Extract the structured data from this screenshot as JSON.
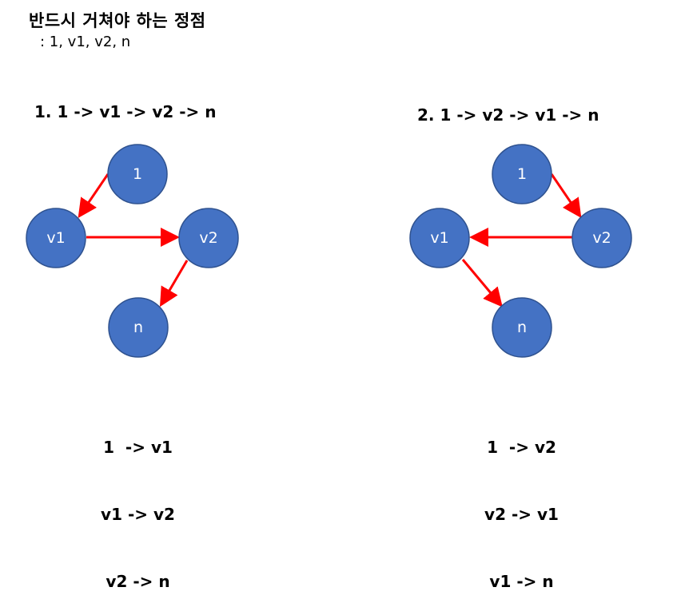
{
  "title": "반드시 거쳐야 하는 정점",
  "subtitle": ": 1, v1, v2, n",
  "cases": [
    {
      "title": "1. 1 -> v1 -> v2 -> n",
      "nodes": {
        "n1": "1",
        "nv1": "v1",
        "nv2": "v2",
        "nn": "n"
      },
      "steps": [
        "1  -> v1",
        "v1 -> v2",
        "v2 -> n"
      ]
    },
    {
      "title": "2. 1 -> v2 -> v1 -> n",
      "nodes": {
        "n1": "1",
        "nv1": "v1",
        "nv2": "v2",
        "nn": "n"
      },
      "steps": [
        "1  -> v2",
        "v2 -> v1",
        "v1 -> n"
      ]
    }
  ],
  "colors": {
    "node_fill": "#4472C4",
    "edge": "#FF0000"
  }
}
